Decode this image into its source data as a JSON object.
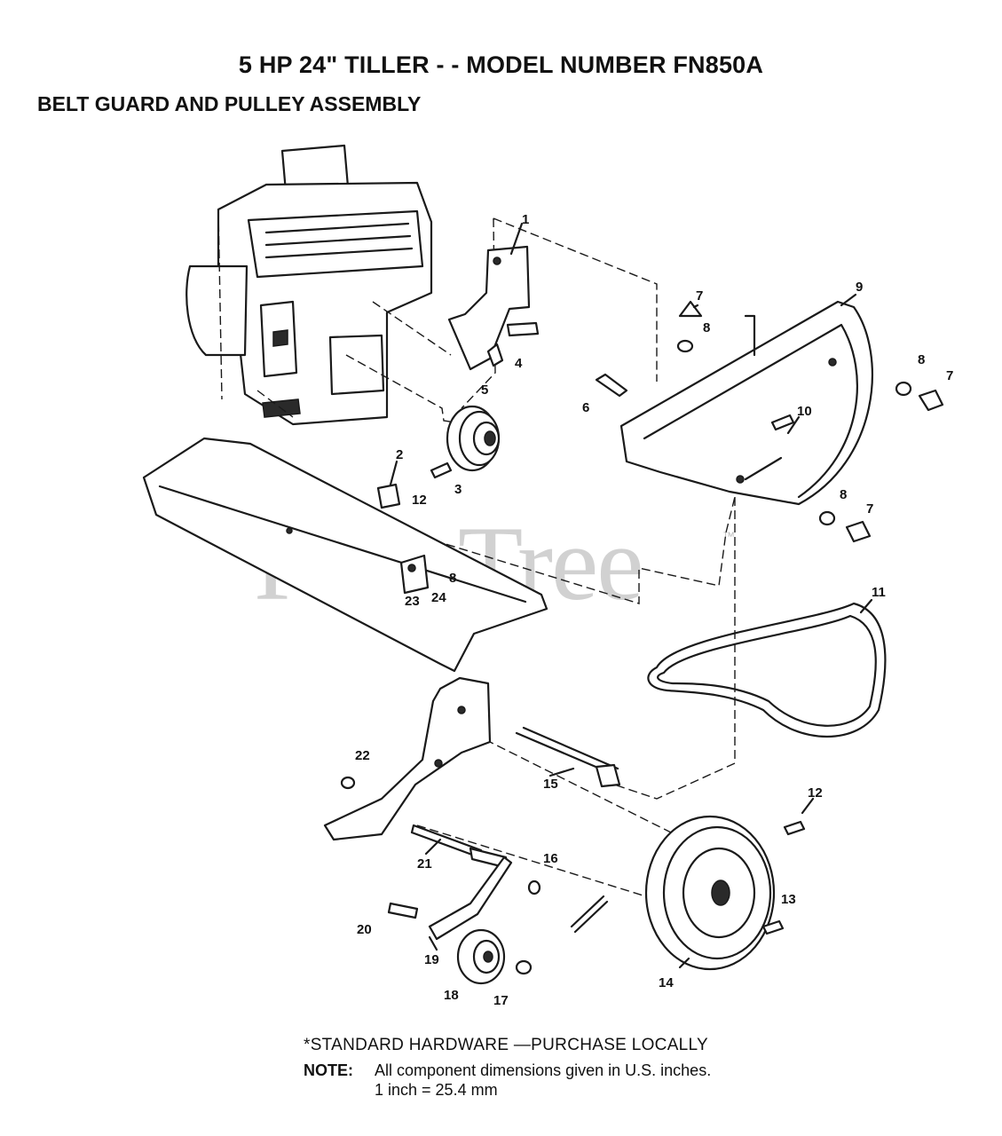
{
  "header": {
    "title": "5 HP 24\" TILLER - - MODEL NUMBER FN850A",
    "subtitle": "BELT GUARD AND PULLEY ASSEMBLY"
  },
  "watermark": {
    "text": "PartsTree",
    "tm": "™"
  },
  "callouts": {
    "c1": "1",
    "c2": "2",
    "c3": "3",
    "c4": "4",
    "c5": "5",
    "c6": "6",
    "c7a": "7",
    "c7b": "7",
    "c7c": "7",
    "c8a": "8",
    "c8b": "8",
    "c8c": "8",
    "c8d": "8",
    "c9": "9",
    "c10": "10",
    "c11": "11",
    "c12a": "12",
    "c12b": "12",
    "c13": "13",
    "c14": "14",
    "c15": "15",
    "c16": "16",
    "c17": "17",
    "c18": "18",
    "c19": "19",
    "c20": "20",
    "c21": "21",
    "c22": "22",
    "c23": "23",
    "c24": "24"
  },
  "footer": {
    "standard_hardware": "*STANDARD HARDWARE —PURCHASE LOCALLY",
    "note_label": "NOTE:",
    "note_text": "All component dimensions given in U.S. inches.",
    "conversion": "1 inch = 25.4 mm"
  }
}
